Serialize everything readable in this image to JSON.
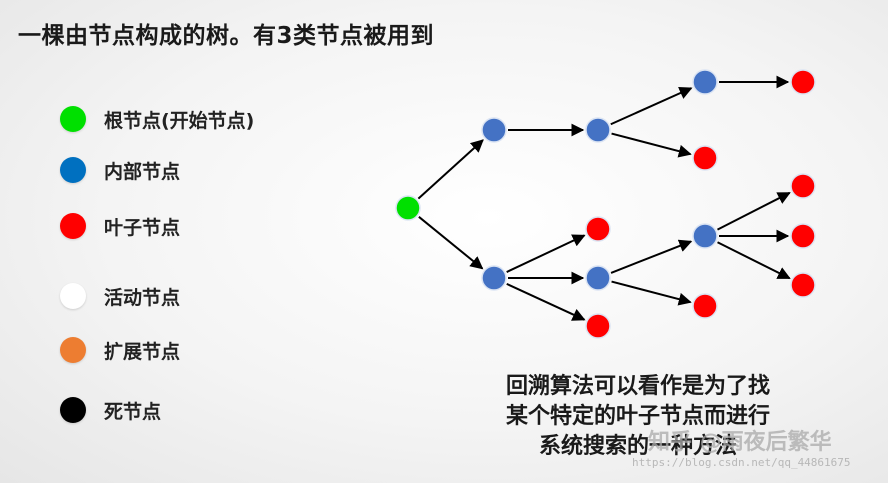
{
  "title": "一棵由节点构成的树。有3类节点被用到",
  "legend": [
    {
      "label": "根节点(开始节点)",
      "color": "#00e000"
    },
    {
      "label": "内部节点",
      "color": "#0070c0"
    },
    {
      "label": "叶子节点",
      "color": "#ff0000"
    },
    {
      "label": "活动节点",
      "color": "#ffffff"
    },
    {
      "label": "扩展节点",
      "color": "#ed7d31"
    },
    {
      "label": "死节点",
      "color": "#000000"
    }
  ],
  "caption": [
    "回溯算法可以看作是为了找",
    "某个特定的叶子节点而进行",
    "系统搜索的一种方法"
  ],
  "watermark": {
    "text": "知乎 @雨夜后繁华",
    "url": "https://blog.csdn.net/qq_44861675"
  },
  "node_colors": {
    "root": "#00e000",
    "internal": "#4472c4",
    "leaf": "#ff0000"
  },
  "tree": {
    "nodes": [
      {
        "id": "root",
        "type": "root"
      },
      {
        "id": "a",
        "type": "internal"
      },
      {
        "id": "b",
        "type": "internal"
      },
      {
        "id": "a1",
        "type": "internal"
      },
      {
        "id": "a1a",
        "type": "internal"
      },
      {
        "id": "a1a1",
        "type": "leaf"
      },
      {
        "id": "a1b",
        "type": "leaf"
      },
      {
        "id": "b1",
        "type": "leaf"
      },
      {
        "id": "b2",
        "type": "internal"
      },
      {
        "id": "b3",
        "type": "leaf"
      },
      {
        "id": "b2a",
        "type": "internal"
      },
      {
        "id": "b2b",
        "type": "leaf"
      },
      {
        "id": "b2a1",
        "type": "leaf"
      },
      {
        "id": "b2a2",
        "type": "leaf"
      },
      {
        "id": "b2a3",
        "type": "leaf"
      }
    ],
    "edges": [
      [
        "root",
        "a"
      ],
      [
        "root",
        "b"
      ],
      [
        "a",
        "a1"
      ],
      [
        "a1",
        "a1a"
      ],
      [
        "a1a",
        "a1a1"
      ],
      [
        "a1",
        "a1b"
      ],
      [
        "b",
        "b1"
      ],
      [
        "b",
        "b2"
      ],
      [
        "b",
        "b3"
      ],
      [
        "b2",
        "b2a"
      ],
      [
        "b2",
        "b2b"
      ],
      [
        "b2a",
        "b2a1"
      ],
      [
        "b2a",
        "b2a2"
      ],
      [
        "b2a",
        "b2a3"
      ]
    ]
  }
}
